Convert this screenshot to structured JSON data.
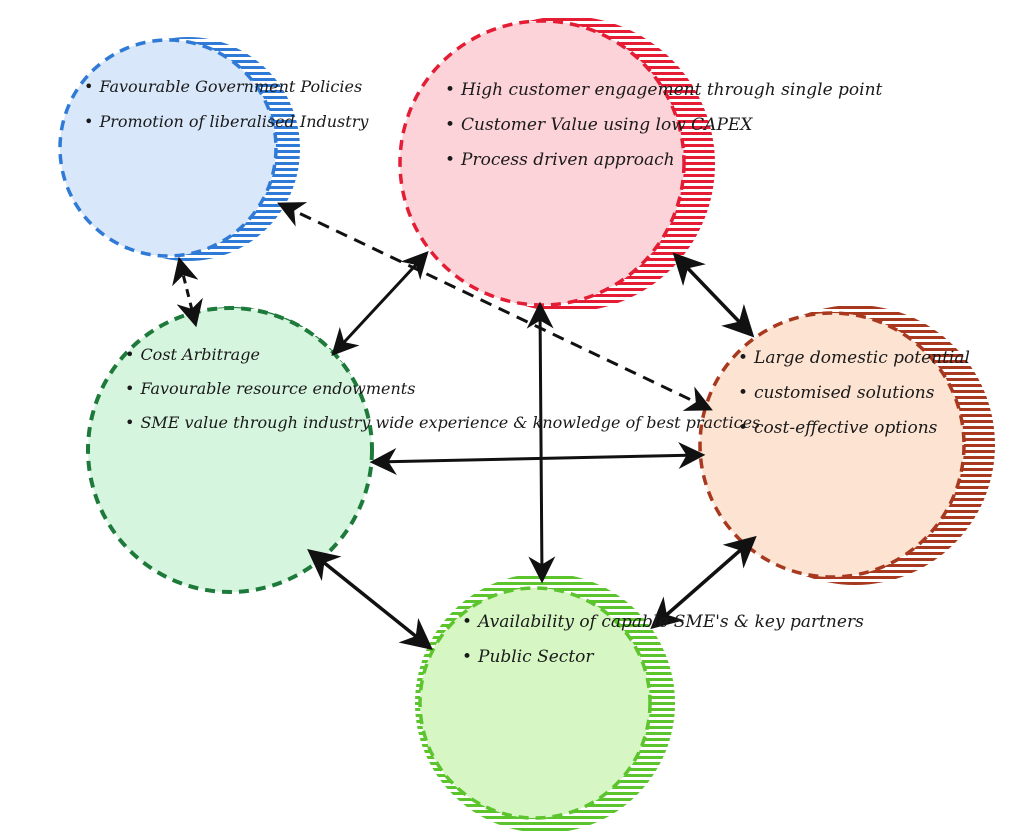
{
  "nodes": {
    "government": {
      "fill": "#d9e7fa",
      "stroke": "#2f7ad6",
      "items": [
        "Favourable Government Policies",
        "Promotion of liberalised Industry"
      ]
    },
    "customer": {
      "fill": "#fbd3d9",
      "stroke": "#e41d35",
      "items": [
        "High customer engagement through single point",
        "Customer Value using low CAPEX",
        "Process driven approach"
      ]
    },
    "cost": {
      "fill": "#d6f5df",
      "stroke": "#1e7a3a",
      "items": [
        "Cost Arbitrage",
        "Favourable resource endowments",
        "SME value through industry wide experience & knowledge of best practices"
      ]
    },
    "market": {
      "fill": "#fde3d2",
      "stroke": "#a8391f",
      "items": [
        "Large domestic potential",
        "customised solutions",
        "cost-effective options"
      ]
    },
    "partners": {
      "fill": "#d6f7c4",
      "stroke": "#5cc42c",
      "items": [
        "Availability of capable SME's & key partners",
        "Public Sector"
      ]
    }
  }
}
